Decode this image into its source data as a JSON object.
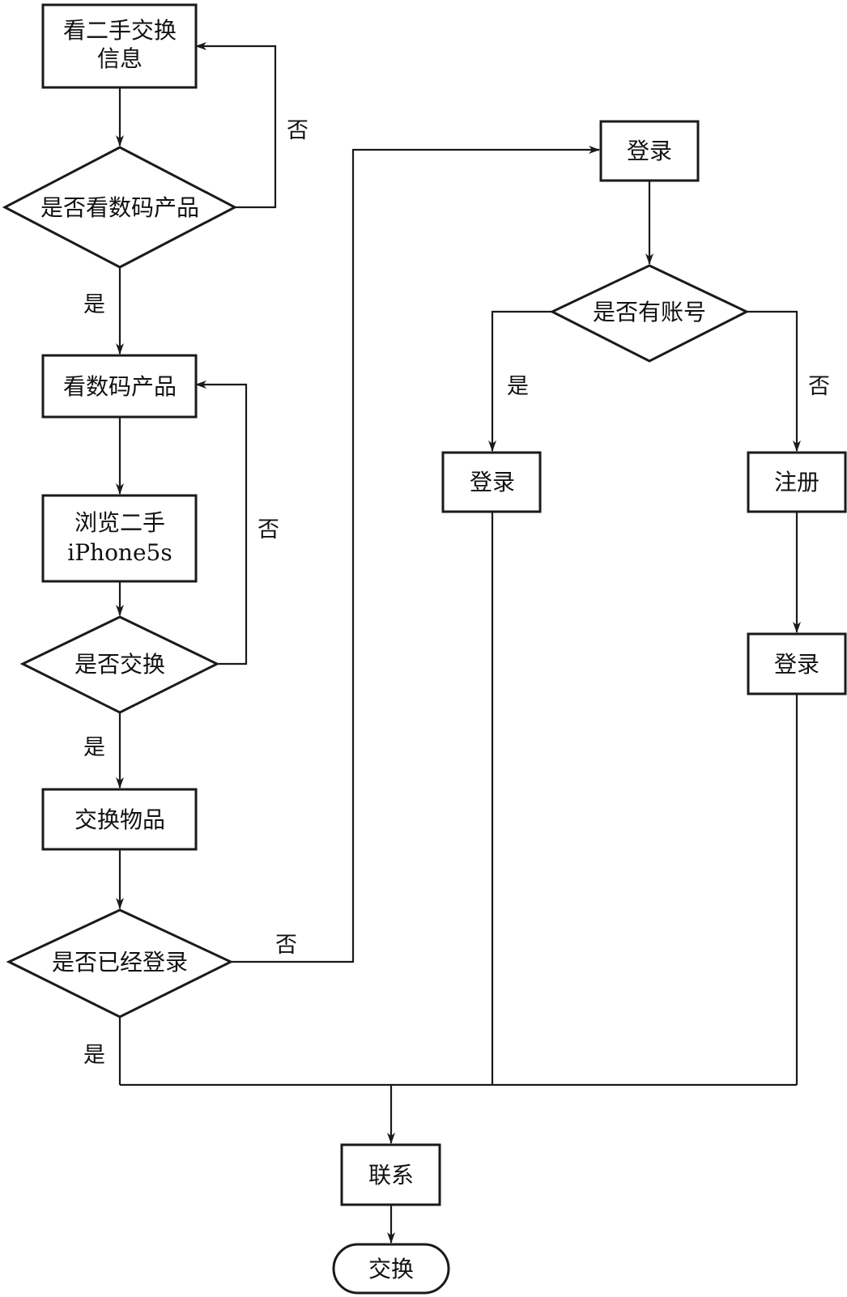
{
  "nodes": {
    "view_info": [
      "看二手交换",
      "信息"
    ],
    "q_digital": "是否看数码产品",
    "view_digital": "看数码产品",
    "browse_iphone": [
      "浏览二手",
      "iPhone5s"
    ],
    "q_exchange": "是否交换",
    "exchange_items": "交换物品",
    "q_logged_in": "是否已经登录",
    "login_top": "登录",
    "q_has_account": "是否有账号",
    "login_yes": "登录",
    "register": "注册",
    "login_after_register": "登录",
    "contact": "联系",
    "end_exchange": "交换"
  },
  "edge_labels": {
    "digital_no": "否",
    "digital_yes": "是",
    "exchange_no": "否",
    "exchange_yes": "是",
    "logged_no": "否",
    "logged_yes": "是",
    "account_yes": "是",
    "account_no": "否"
  }
}
